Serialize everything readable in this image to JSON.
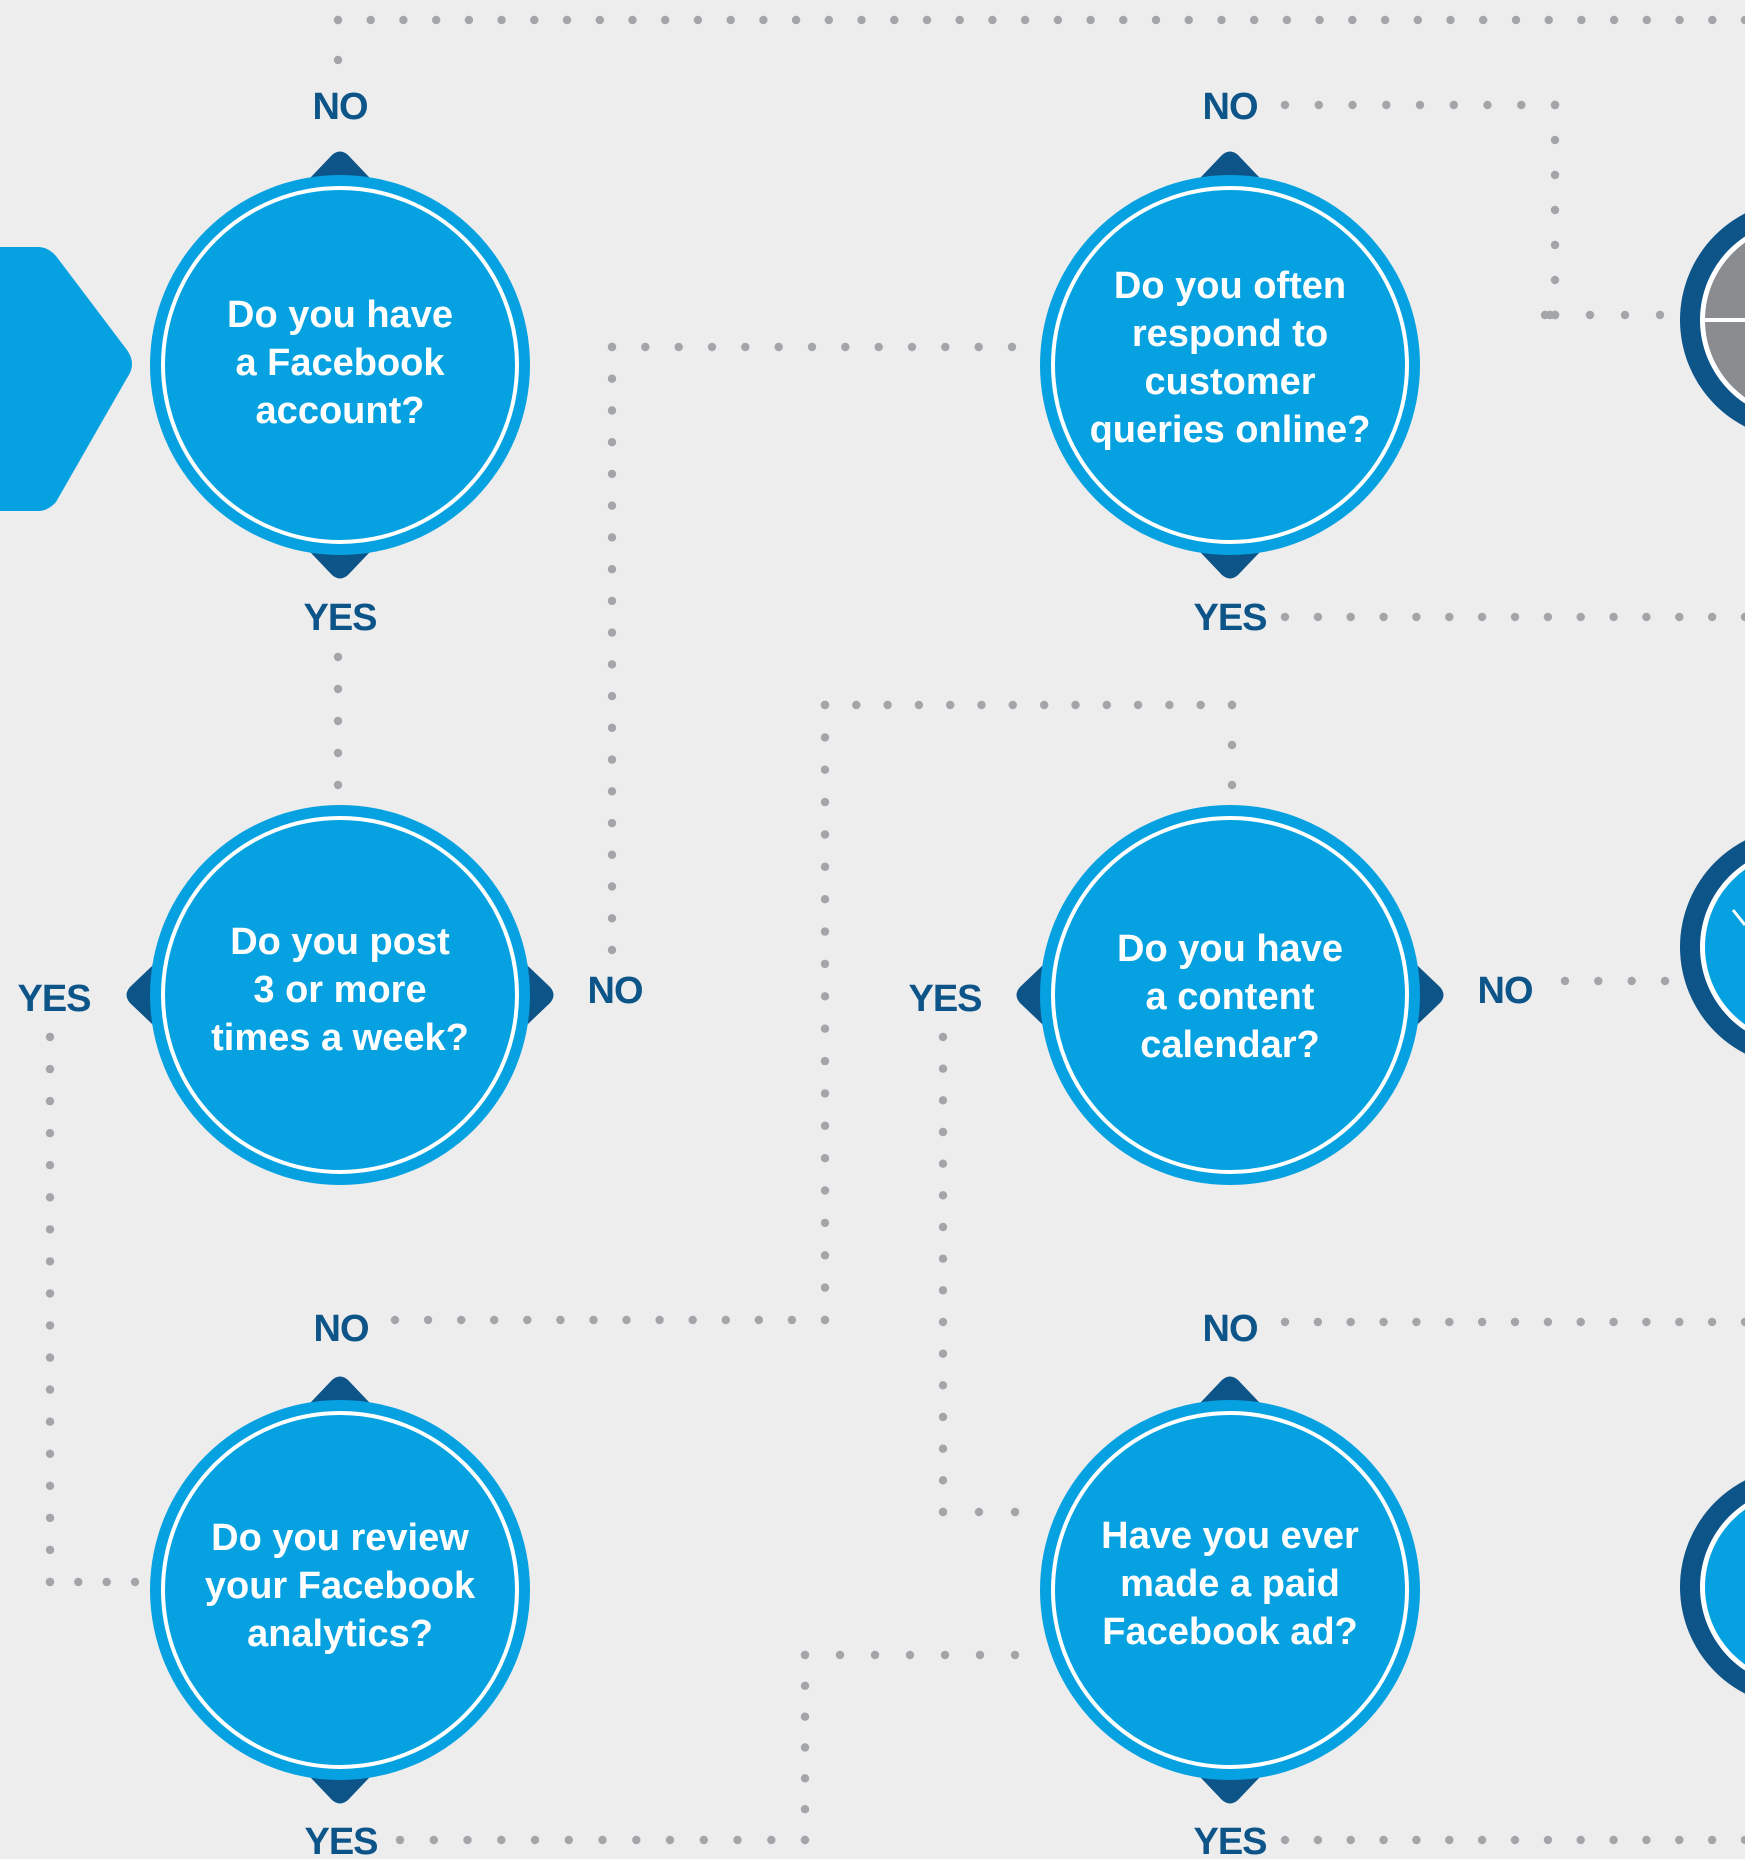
{
  "colors": {
    "background": "#ededed",
    "circle_fill": "#05a1e0",
    "circle_ring": "#ffffff",
    "pointer": "#0d5489",
    "label": "#0d5489",
    "dots": "#a3a5a8",
    "result_dark": "#0d5489",
    "result_gray": "#8a8c8f"
  },
  "questions": [
    {
      "id": "q1",
      "text": "Do you have\na Facebook\naccount?"
    },
    {
      "id": "q2",
      "text": "Do you often\nrespond to\ncustomer\nqueries online?"
    },
    {
      "id": "q3",
      "text": "Do you post\n3 or more\ntimes a week?"
    },
    {
      "id": "q4",
      "text": "Do you have\na content\ncalendar?"
    },
    {
      "id": "q5",
      "text": "Do you review\nyour Facebook\nanalytics?"
    },
    {
      "id": "q6",
      "text": "Have you ever\nmade a paid\nFacebook ad?"
    }
  ],
  "answers": {
    "q1_no": "NO",
    "q1_yes": "YES",
    "q2_no": "NO",
    "q2_yes": "YES",
    "q3_yes": "YES",
    "q3_no": "NO",
    "q4_yes": "YES",
    "q4_no": "NO",
    "q5_no": "NO",
    "q5_yes": "YES",
    "q6_no": "NO",
    "q6_yes": "YES"
  },
  "icons": {
    "start_arrow": "start-arrow-icon",
    "result_1": "result-badge-icon",
    "result_2": "result-badge-icon",
    "result_3": "result-badge-icon"
  }
}
